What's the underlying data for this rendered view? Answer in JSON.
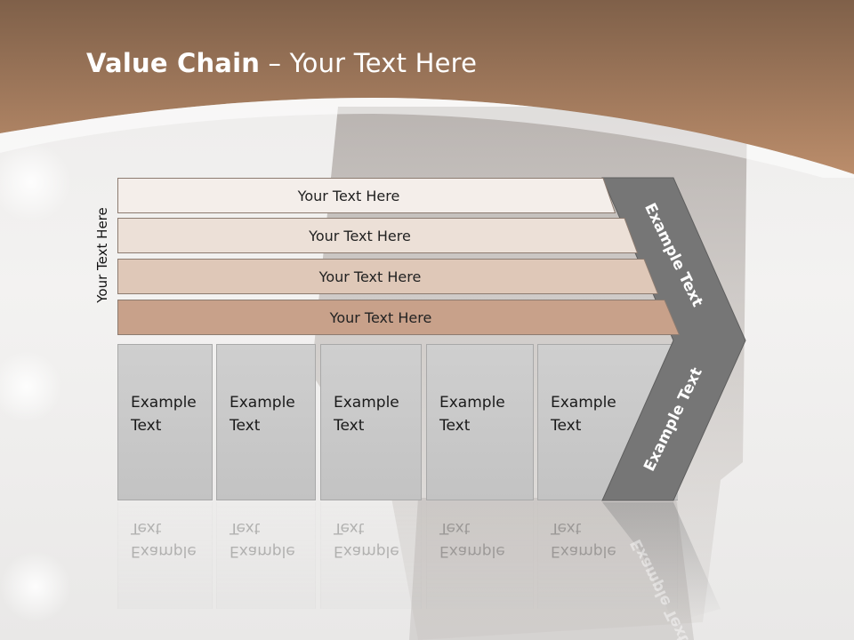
{
  "slide": {
    "title_bold": "Value Chain",
    "title_rest": " – Your Text Here",
    "side_label": "Your Text Here"
  },
  "rows": [
    {
      "label": "Your Text Here",
      "color": "#f4eeea"
    },
    {
      "label": "Your Text Here",
      "color": "#ece0d7"
    },
    {
      "label": "Your Text Here",
      "color": "#dfc8b8"
    },
    {
      "label": "Your Text Here",
      "color": "#c8a18a"
    }
  ],
  "boxes": [
    {
      "line1": "Example",
      "line2": "Text"
    },
    {
      "line1": "Example",
      "line2": "Text"
    },
    {
      "line1": "Example",
      "line2": "Text"
    },
    {
      "line1": "Example",
      "line2": "Text"
    },
    {
      "line1": "Example",
      "line2": "Text"
    }
  ],
  "arrow": {
    "upper_label": "Example Text",
    "lower_label": "Example Text",
    "color": "#767676"
  },
  "colors": {
    "header": "#a27a5c",
    "header_dark": "#7f6049",
    "row_border": "#8c7b70"
  }
}
